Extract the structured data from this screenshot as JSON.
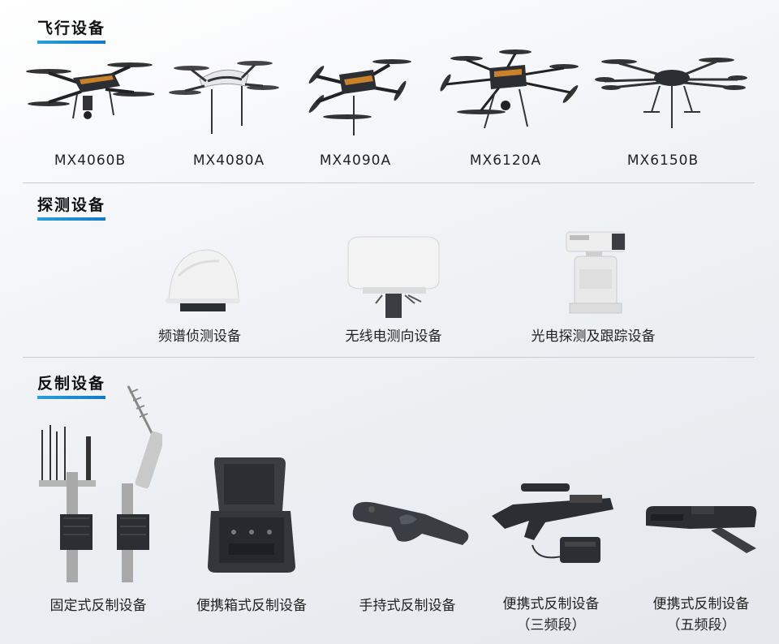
{
  "sections": {
    "flight": {
      "title": "飞行设备",
      "items": [
        {
          "label": "MX4060B"
        },
        {
          "label": "MX4080A"
        },
        {
          "label": "MX4090A"
        },
        {
          "label": "MX6120A"
        },
        {
          "label": "MX6150B"
        }
      ]
    },
    "detection": {
      "title": "探测设备",
      "items": [
        {
          "label": "频谱侦测设备"
        },
        {
          "label": "无线电测向设备"
        },
        {
          "label": "光电探测及跟踪设备"
        }
      ]
    },
    "countermeasure": {
      "title": "反制设备",
      "items": [
        {
          "label": "固定式反制设备"
        },
        {
          "label": "便携箱式反制设备"
        },
        {
          "label": "手持式反制设备"
        },
        {
          "label": "便携式反制设备",
          "sub": "（三频段）"
        },
        {
          "label": "便携式反制设备",
          "sub": "（五频段）"
        }
      ]
    }
  },
  "colors": {
    "accent": "#1a8ad4",
    "device_dark": "#2b2e33",
    "device_white": "#f4f4f4"
  },
  "icons": {
    "drone": "quadcopter-drone-icon",
    "hexacopter": "hexacopter-drone-icon",
    "spectrum": "dome-sensor-icon",
    "direction": "radome-antenna-icon",
    "eo": "ptz-camera-icon",
    "fixed": "antenna-mast-icon",
    "case": "rugged-case-icon",
    "handheld": "handheld-jammer-icon",
    "gun": "jammer-gun-icon"
  }
}
